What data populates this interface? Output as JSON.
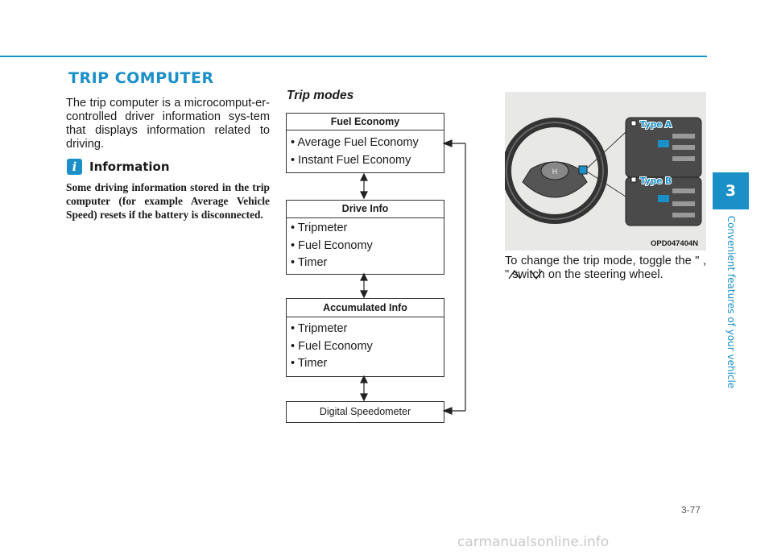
{
  "section": {
    "title": "TRIP COMPUTER",
    "intro": "The trip computer is a microcomput-er-controlled driver information sys-tem that displays information related to driving.",
    "info_icon": "i",
    "info_heading": "Information",
    "info_text": "Some driving information stored in the trip computer (for example Average Vehicle Speed) resets if the battery is disconnected."
  },
  "trip_modes": {
    "heading": "Trip modes",
    "boxes": [
      {
        "header": "Fuel Economy",
        "items": [
          "Average Fuel Economy",
          "Instant Fuel Economy"
        ]
      },
      {
        "header": "Drive Info",
        "items": [
          "Tripmeter",
          "Fuel Economy",
          "Timer"
        ]
      },
      {
        "header": "Accumulated Info",
        "items": [
          "Tripmeter",
          "Fuel Economy",
          "Timer"
        ]
      }
    ],
    "last_box": "Digital Speedometer"
  },
  "figure": {
    "type_a_label": "Type A",
    "type_b_label": "Type B",
    "code": "OPD047404N",
    "caption": "To change the trip mode, toggle the \"  ,  \" switch on the steering wheel."
  },
  "sidebar": {
    "chapter_number": "3",
    "chapter_title": "Convenient features of your vehicle"
  },
  "footer": {
    "page_number": "3-77",
    "watermark": "carmanualsonline.info"
  },
  "colors": {
    "accent": "#1a8fc8"
  }
}
